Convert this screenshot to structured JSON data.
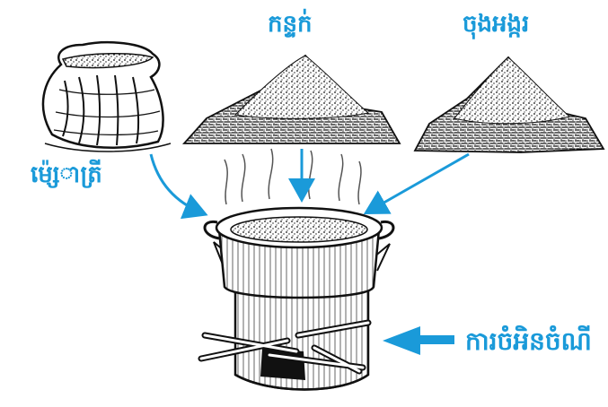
{
  "labels": {
    "bran": "កន្ទក់",
    "husk": "ចុងអង្ករ",
    "yeast": "ម៉េ្សាត្រី",
    "firewood": "ការចំអិនចំណី"
  },
  "icons": {
    "sack": "grain-sack-icon",
    "bran_pile": "bran-pile-icon",
    "husk_pile": "broken-rice-pile-icon",
    "pot": "cooking-pot-icon",
    "stove": "wood-fire-stove-icon"
  },
  "colors": {
    "accent": "#1a9ad9",
    "ink": "#111111"
  }
}
